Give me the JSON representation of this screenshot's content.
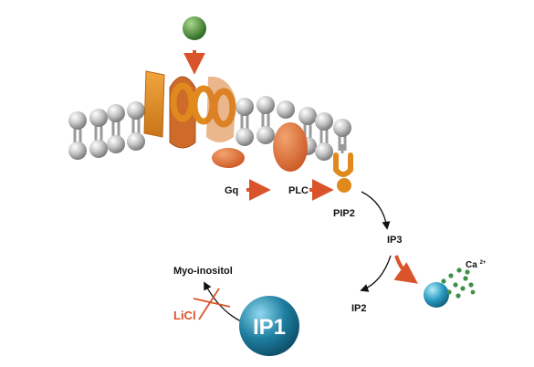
{
  "labels": {
    "gq": "Gq",
    "plc": "PLC",
    "pip2": "PIP2",
    "ip3": "IP3",
    "ip2": "IP2",
    "ca": "Ca",
    "ca_charge": "2+",
    "myo_inositol": "Myo-inositol",
    "licl": "LiCl",
    "ip1": "IP1"
  },
  "colors": {
    "receptor": "#E08A1E",
    "protein": "#D9642A",
    "arrow": "#D9542A",
    "licl": "#D9542A",
    "ligand": "#4E8B3A",
    "ip1": "#1F7FA0",
    "calcium_store": "#2A9CC2",
    "calcium_ions": "#3F8F4A",
    "membrane": "#BDBDBD",
    "text": "#111111"
  }
}
